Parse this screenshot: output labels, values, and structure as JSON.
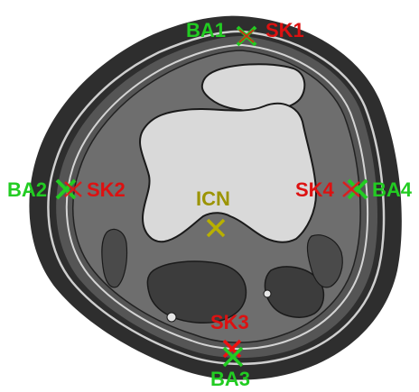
{
  "colors": {
    "background": "#ffffff",
    "skin_outer": "#2e2e2e",
    "fat_layer": "#555555",
    "muscle": "#6e6e6e",
    "bone": "#d9d9d9",
    "dark_tissue": "#3c3c3c",
    "outline": "#1a1a1a",
    "green_marker": "#22cc22",
    "red_marker": "#ee1111",
    "yellow_marker": "#b8b000",
    "green_text": "#22cc22",
    "red_text": "#dd1111",
    "yellow_text": "#9c9400"
  },
  "markers": [
    {
      "id": "BA1",
      "color": "green"
    },
    {
      "id": "SK1",
      "color": "red"
    },
    {
      "id": "BA2",
      "color": "green"
    },
    {
      "id": "SK2",
      "color": "red"
    },
    {
      "id": "ICN",
      "color": "yellow"
    },
    {
      "id": "SK4",
      "color": "red"
    },
    {
      "id": "BA4",
      "color": "green"
    },
    {
      "id": "SK3",
      "color": "red"
    },
    {
      "id": "BA3",
      "color": "green"
    }
  ],
  "labels": {
    "ba1": "BA1",
    "sk1": "SK1",
    "ba2": "BA2",
    "sk2": "SK2",
    "icn": "ICN",
    "sk4": "SK4",
    "ba4": "BA4",
    "sk3": "SK3",
    "ba3": "BA3"
  }
}
